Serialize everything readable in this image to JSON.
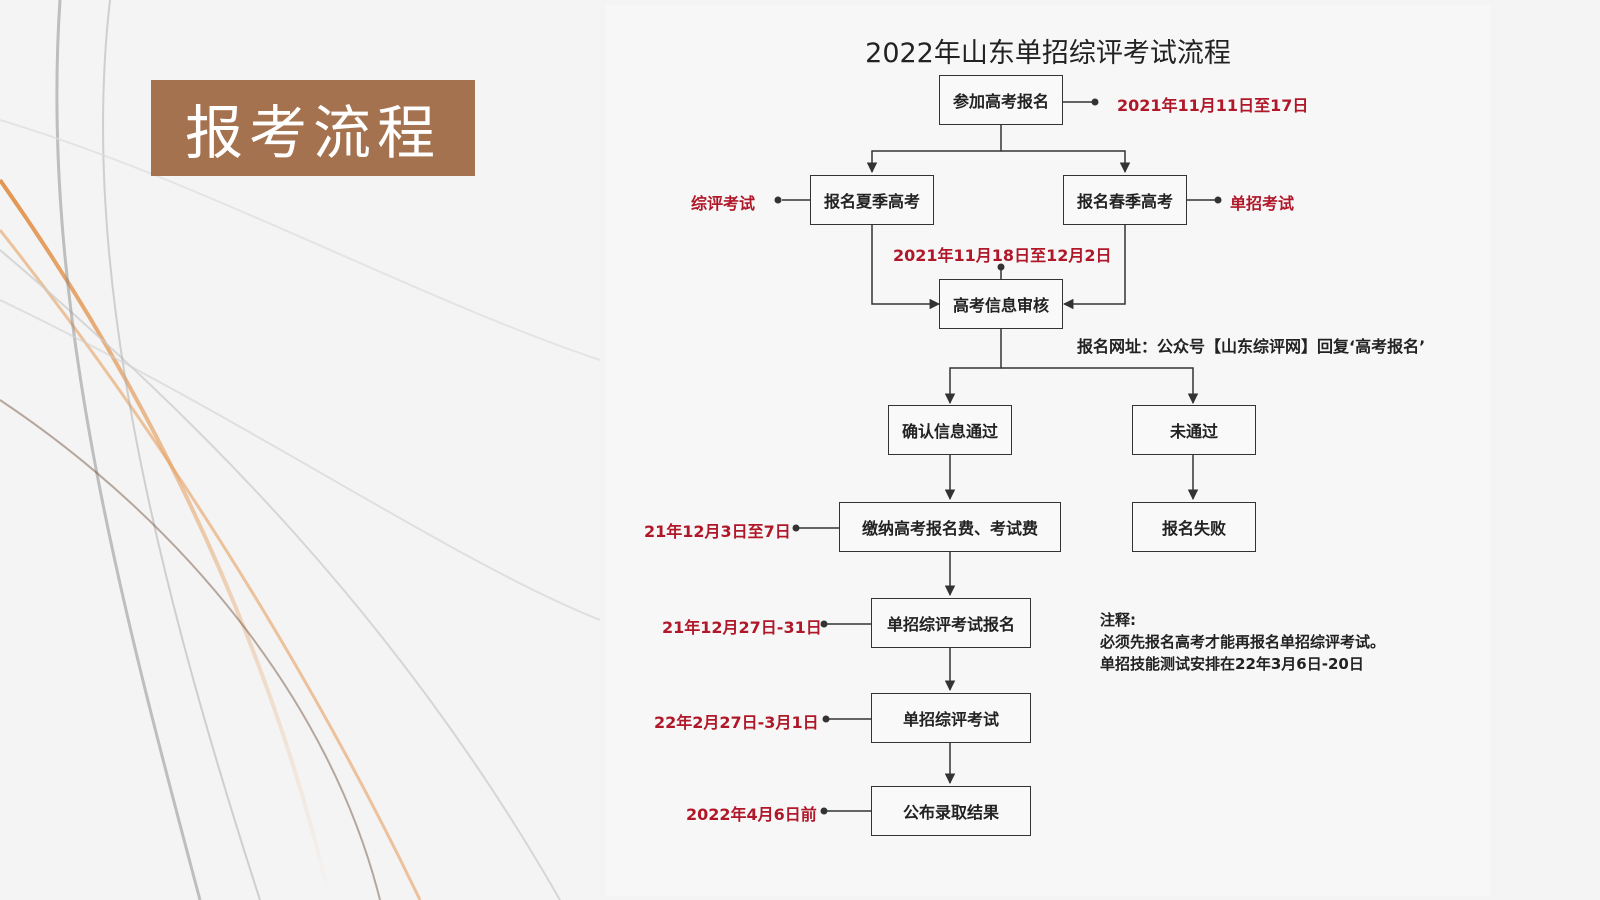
{
  "slide": {
    "heading": "报考流程",
    "accent_color": "#a5724f"
  },
  "flow": {
    "title": "2022年山东单招综评考试流程",
    "nodes": {
      "signup": "参加高考报名",
      "summer": "报名夏季高考",
      "spring": "报名春季高考",
      "review": "高考信息审核",
      "pass": "确认信息通过",
      "fail": "未通过",
      "pay": "缴纳高考报名费、考试费",
      "failed": "报名失败",
      "register": "单招综评考试报名",
      "exam": "单招综评考试",
      "result": "公布录取结果"
    },
    "labels": {
      "signup_date": "2021年11月11日至17日",
      "summer_type": "综评考试",
      "spring_type": "单招考试",
      "review_date": "2021年11月18日至12月2日",
      "website": "报名网址：公众号【山东综评网】回复‘高考报名’",
      "pay_date": "21年12月3日至7日",
      "register_date": "21年12月27日-31日",
      "exam_date": "22年2月27日-3月1日",
      "result_date": "2022年4月6日前"
    },
    "notes": {
      "heading": "注释:",
      "line1": "必须先报名高考才能再报名单招综评考试。",
      "line2": "单招技能测试安排在22年3月6日-20日"
    },
    "colors": {
      "date_red": "#b0182a",
      "line": "#333333"
    }
  }
}
